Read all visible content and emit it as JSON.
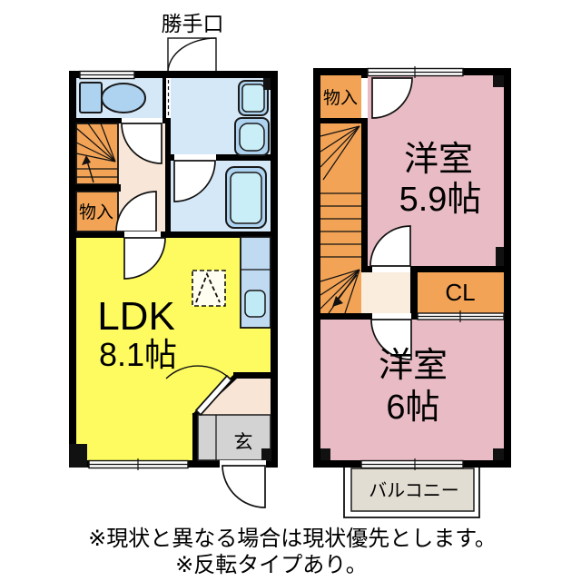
{
  "floorplan": {
    "floor1": {
      "back_door_label": "勝手口",
      "storage_label": "物入",
      "ldk_label": "LDK",
      "ldk_size": "8.1帖",
      "entrance_label": "玄"
    },
    "floor2": {
      "storage_label": "物入",
      "room1_label": "洋室",
      "room1_size": "5.9帖",
      "closet_label": "CL",
      "room2_label": "洋室",
      "room2_size": "6帖",
      "balcony_label": "バルコニー"
    },
    "notes": {
      "line1": "※現状と異なる場合は現状優先とします。",
      "line2": "※反転タイプあり。"
    },
    "colors": {
      "wall": "#000000",
      "room_blue": "#d5e8f8",
      "fixture_blue": "#aed3f0",
      "fixture_inner": "#c9eef8",
      "kitchen_blue": "#c0daf2",
      "sink_inner": "#bfeaf6",
      "orange": "#f2a356",
      "cream": "#f8e7d8",
      "landing_cream": "#faeddd",
      "yellow": "#fdfb60",
      "pink": "#e9bcc5",
      "genkan_gray": "#d3d3d3",
      "genkan_beige": "#f8e5d6",
      "balcony": "#e2ddd2",
      "white": "#ffffff"
    }
  }
}
